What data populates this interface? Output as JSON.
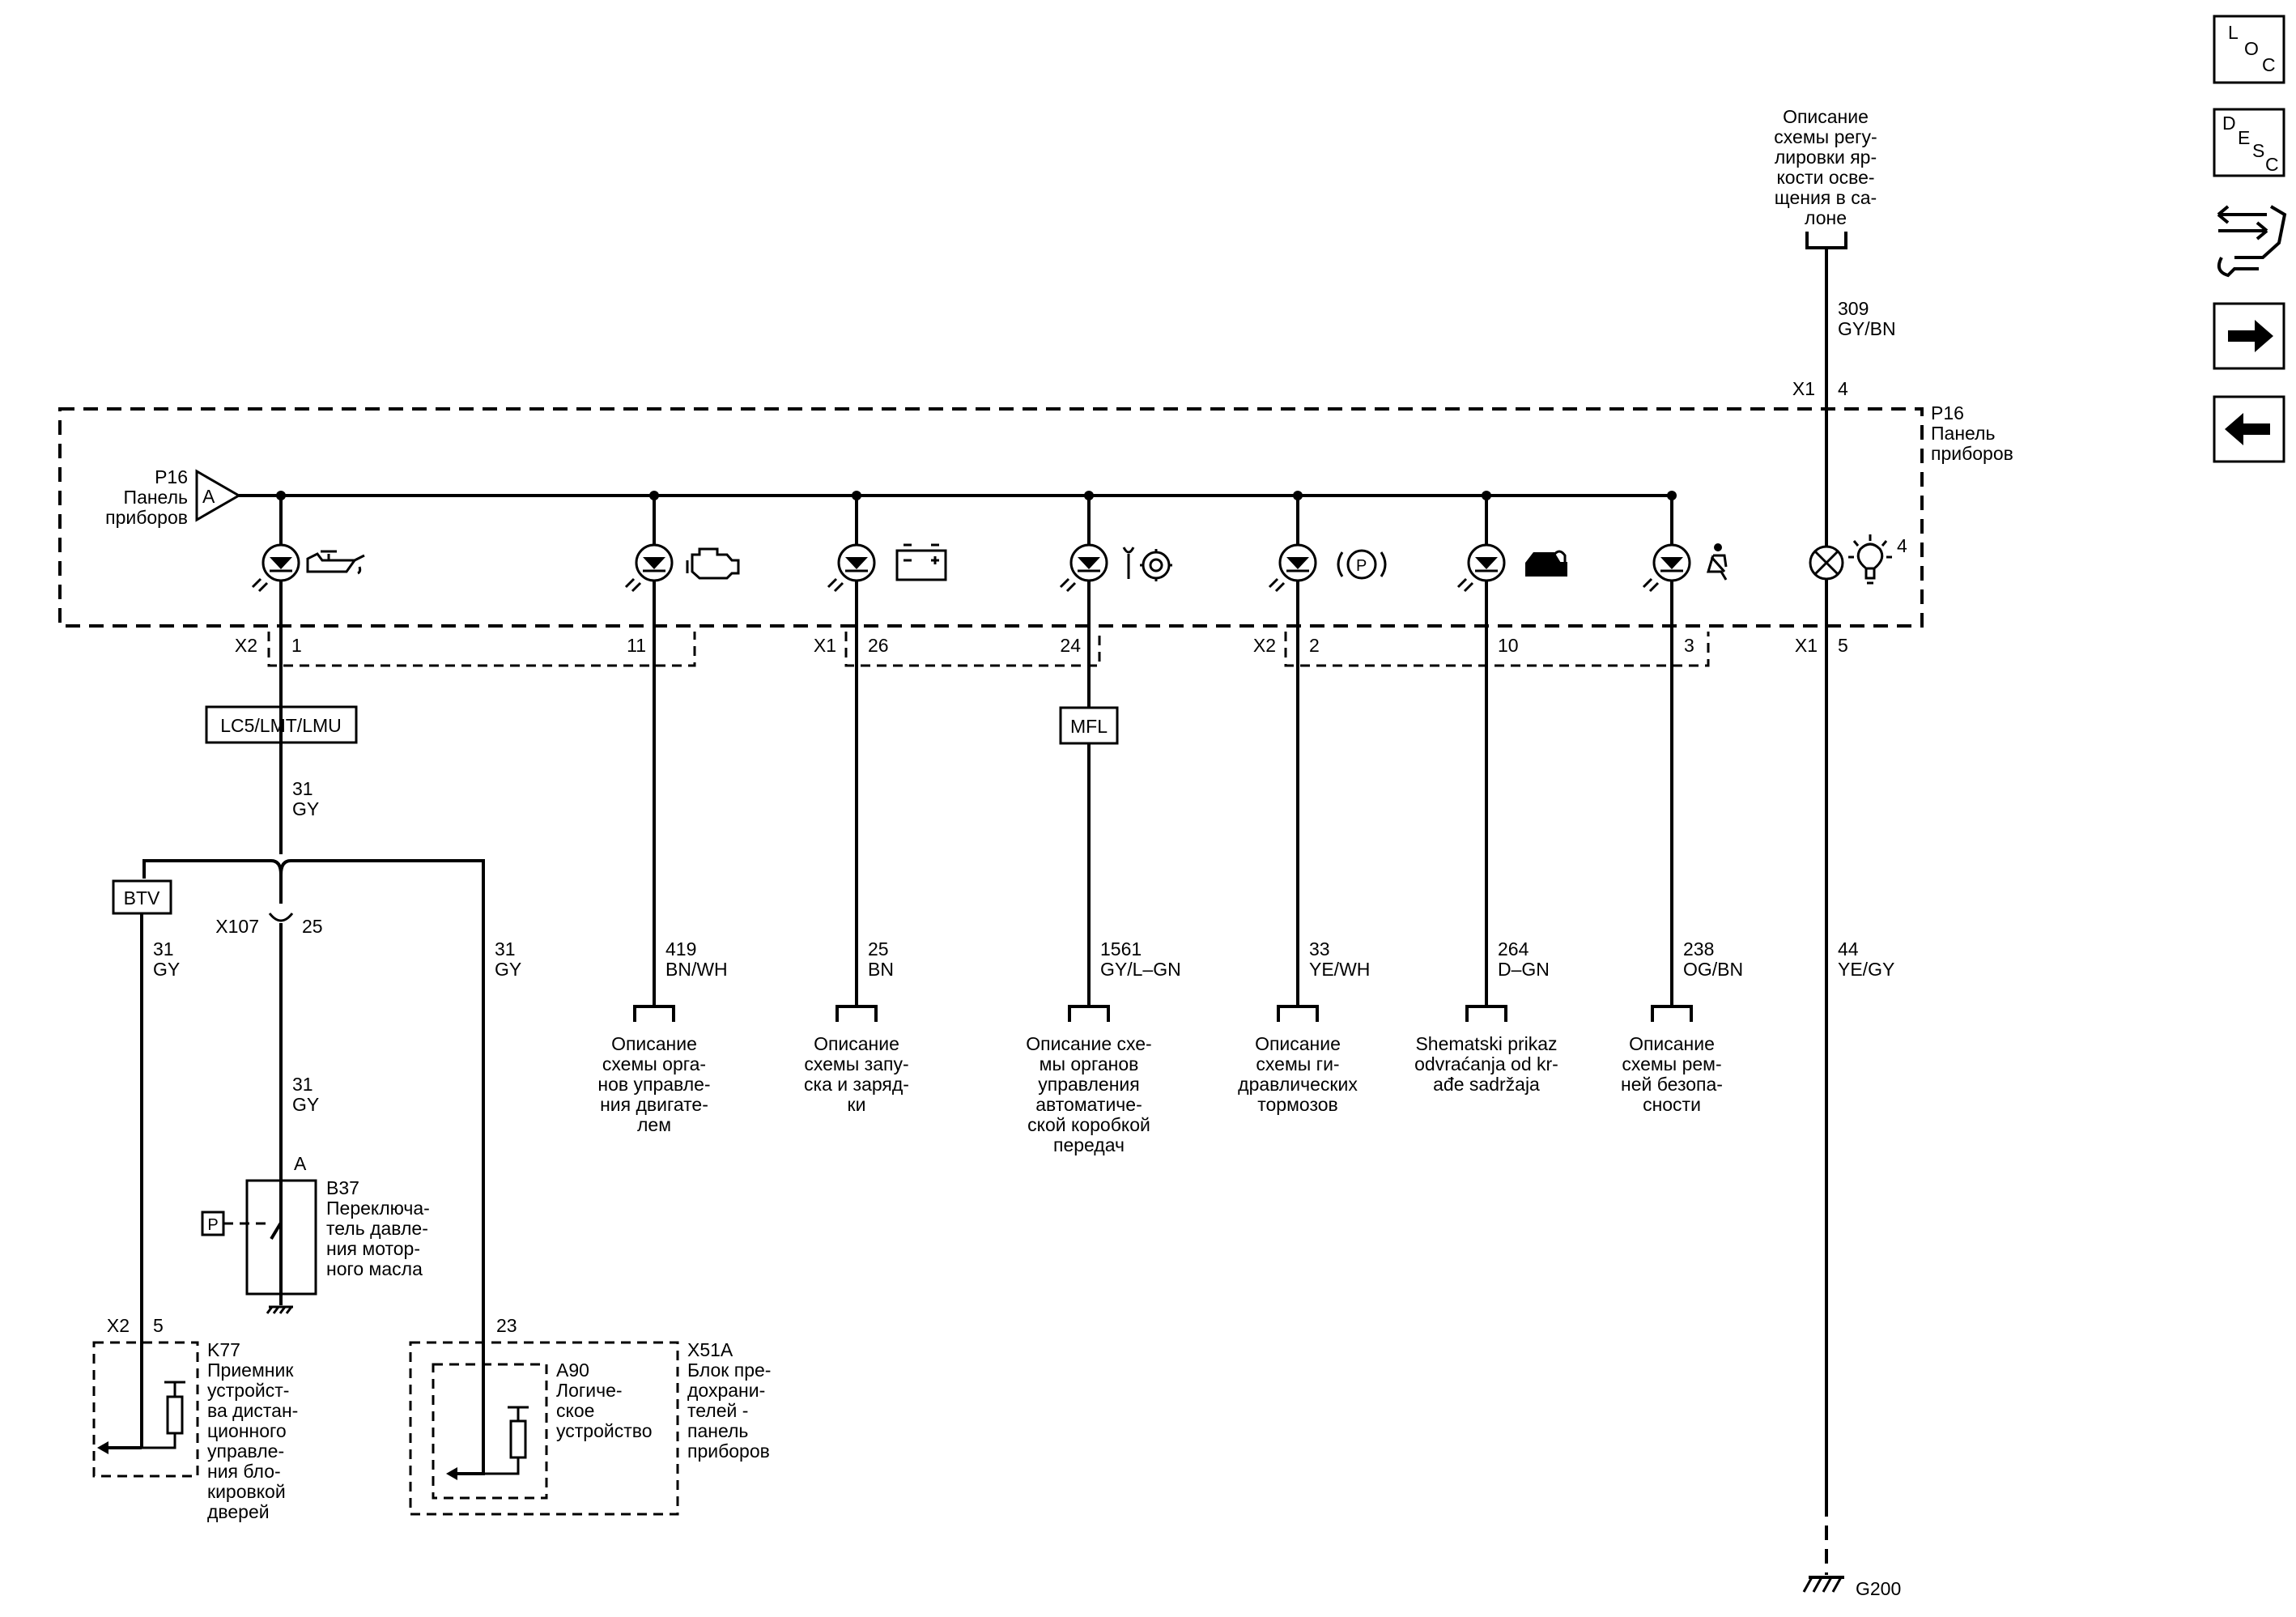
{
  "navigation": {
    "loc": {
      "l1": "L",
      "l2": "O",
      "l3": "C"
    },
    "desc": {
      "l1": "D",
      "l2": "E",
      "l3": "S",
      "l4": "C"
    },
    "icons": [
      "connector-view-icon",
      "next-page-arrow-icon",
      "previous-page-arrow-icon"
    ]
  },
  "top_reference": {
    "lines": [
      "Описание",
      "схемы регу-",
      "лировки яр-",
      "кости осве-",
      "щения в са-",
      "лоне"
    ]
  },
  "module": {
    "id": "P16",
    "name_lines": [
      "Панель",
      "приборов"
    ],
    "left_label_id": "P16",
    "left_label_lines": [
      "Панель",
      "приборов"
    ],
    "input_letter": "A",
    "top_connector": {
      "x": "X1",
      "pin": "4"
    },
    "top_wire": {
      "circuit": "309",
      "color": "GY/BN"
    },
    "lamp_number": "4"
  },
  "indicators": [
    {
      "icon": "oil-pressure-icon"
    },
    {
      "icon": "check-engine-icon"
    },
    {
      "icon": "battery-charge-icon"
    },
    {
      "icon": "transmission-service-icon"
    },
    {
      "icon": "parking-brake-icon"
    },
    {
      "icon": "theft-deterrent-icon"
    },
    {
      "icon": "seatbelt-icon"
    },
    {
      "icon": "illumination-lamp-icon"
    }
  ],
  "pins": [
    {
      "conn": "X2",
      "pin": "1"
    },
    {
      "conn": "",
      "pin": "11"
    },
    {
      "conn": "X1",
      "pin": "26"
    },
    {
      "conn": "",
      "pin": "24"
    },
    {
      "conn": "X2",
      "pin": "2"
    },
    {
      "conn": "",
      "pin": "10"
    },
    {
      "conn": "",
      "pin": "3"
    },
    {
      "conn": "X1",
      "pin": "5"
    }
  ],
  "option_boxes": {
    "main": "LC5/LMT/LMU",
    "mfl": "MFL",
    "btv": "BTV"
  },
  "wires": {
    "main_upper": {
      "circuit": "31",
      "color": "GY"
    },
    "btv_branch": {
      "circuit": "31",
      "color": "GY"
    },
    "right_branch": {
      "circuit": "31",
      "color": "GY"
    },
    "main_lower": {
      "circuit": "31",
      "color": "GY"
    },
    "ground_wire": {
      "circuit": "44",
      "color": "YE/GY"
    }
  },
  "outputs": [
    {
      "circuit": "419",
      "color": "BN/WH",
      "desc": [
        "Описание",
        "схемы орга-",
        "нов управле-",
        "ния двигате-",
        "лем"
      ]
    },
    {
      "circuit": "25",
      "color": "BN",
      "desc": [
        "Описание",
        "схемы запу-",
        "ска и заряд-",
        "ки"
      ]
    },
    {
      "circuit": "1561",
      "color": "GY/L–GN",
      "desc": [
        "Описание схе-",
        "мы органов",
        "управления",
        "автоматиче-",
        "ской коробкой",
        "передач"
      ]
    },
    {
      "circuit": "33",
      "color": "YE/WH",
      "desc": [
        "Описание",
        "схемы ги-",
        "дравлических",
        "тормозов"
      ]
    },
    {
      "circuit": "264",
      "color": "D–GN",
      "desc": [
        "Shematski prikaz",
        "odvraćanja od kr-",
        "ađe sadržaja"
      ]
    },
    {
      "circuit": "238",
      "color": "OG/BN",
      "desc": [
        "Описание",
        "схемы рем-",
        "ней безопа-",
        "сности"
      ]
    }
  ],
  "splice": {
    "id": "X107",
    "pin": "25"
  },
  "b37": {
    "pin": "A",
    "id": "B37",
    "lines": [
      "Переключа-",
      "тель давле-",
      "ния мотор-",
      "ного масла"
    ],
    "p_label": "P"
  },
  "k77": {
    "conn": "X2",
    "pin": "5",
    "id": "K77",
    "lines": [
      "Приемник",
      "устройст-",
      "ва дистан-",
      "ционного",
      "управле-",
      "ния бло-",
      "кировкой",
      "дверей"
    ]
  },
  "x51a": {
    "pin": "23",
    "id": "X51A",
    "lines": [
      "Блок пре-",
      "дохрани-",
      "телей -",
      "панель",
      "приборов"
    ]
  },
  "a90": {
    "id": "A90",
    "lines": [
      "Логиче-",
      "ское",
      "устройство"
    ]
  },
  "ground": {
    "id": "G200"
  }
}
